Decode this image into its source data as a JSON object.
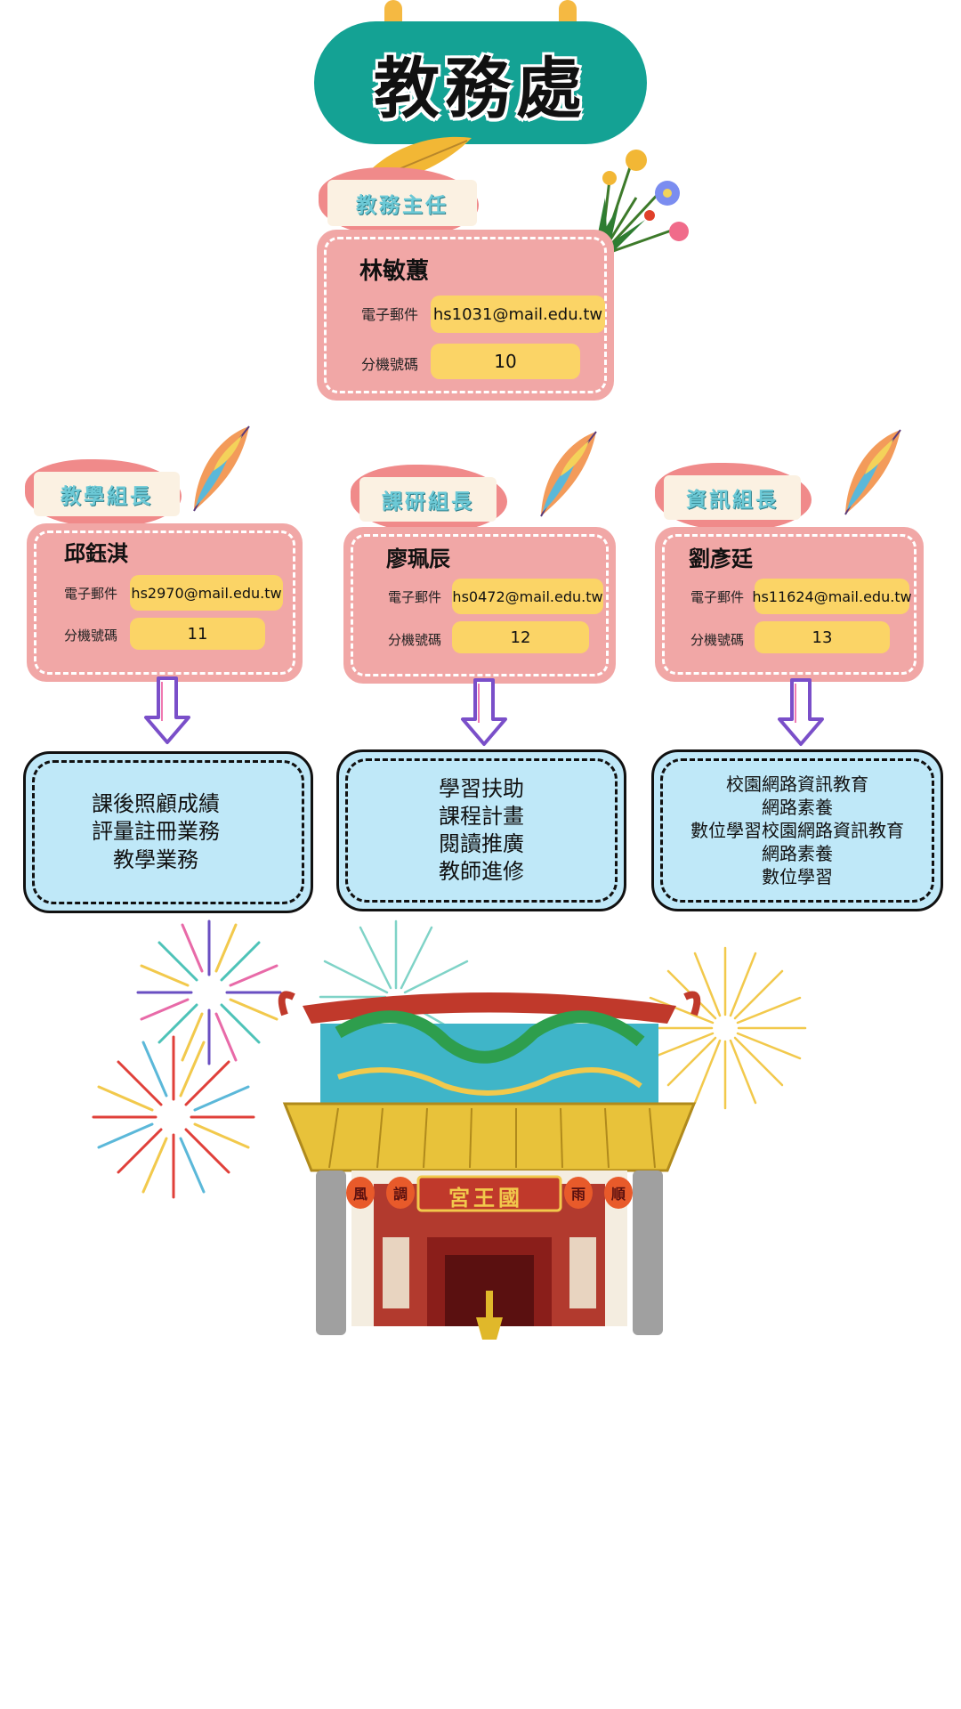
{
  "header": {
    "title": "教務處"
  },
  "director": {
    "role": "教務主任",
    "name": "林敏蕙",
    "email_label": "電子郵件",
    "email": "hs1031@mail.edu.tw",
    "ext_label": "分機號碼",
    "ext": "10"
  },
  "sections": [
    {
      "role": "教學組長",
      "name": "邱鈺淇",
      "email_label": "電子郵件",
      "email": "hs2970@mail.edu.tw",
      "ext_label": "分機號碼",
      "ext": "11",
      "duties": [
        "課後照顧成績",
        "評量註冊業務",
        "教學業務"
      ]
    },
    {
      "role": "課研組長",
      "name": "廖珮辰",
      "email_label": "電子郵件",
      "email": "hs0472@mail.edu.tw",
      "ext_label": "分機號碼",
      "ext": "12",
      "duties": [
        "學習扶助",
        "課程計畫",
        "閱讀推廣",
        "教師進修"
      ]
    },
    {
      "role": "資訊組長",
      "name": "劉彥廷",
      "email_label": "電子郵件",
      "email": "hs11624@mail.edu.tw",
      "ext_label": "分機號碼",
      "ext": "13",
      "duties": [
        "校園網路資訊教育",
        "網路素養",
        "數位學習校園網路資訊教育",
        "網路素養",
        "數位學習"
      ]
    }
  ],
  "temple": {
    "plaque": "宮王國",
    "lanterns": [
      "風",
      "調",
      "雨",
      "順"
    ]
  },
  "colors": {
    "title_bg": "#14a294",
    "card_bg": "#f1a7a6",
    "pill_bg": "#fbd466",
    "duty_bg": "#bfe8f8",
    "tag_text": "#6cc9d6"
  },
  "icons": [
    "feather-icon",
    "flower-bouquet-icon",
    "down-arrow-icon",
    "firework-icon",
    "temple-gate-illustration"
  ]
}
